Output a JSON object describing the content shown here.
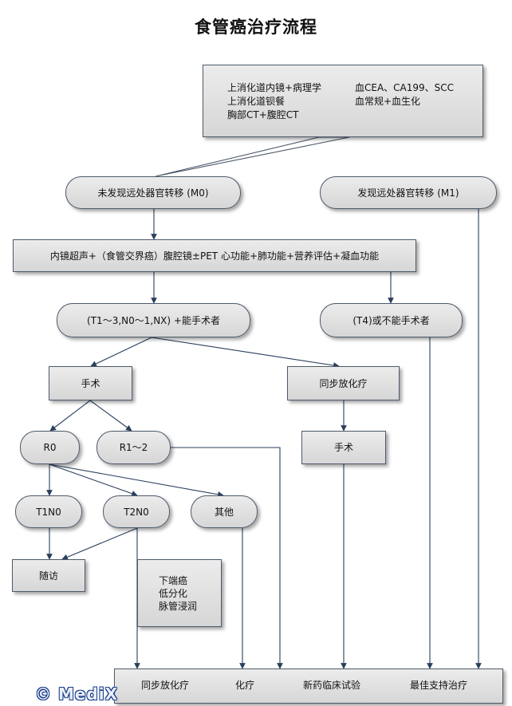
{
  "title": "食管癌治疗流程",
  "watermark": "© MediX",
  "exams": {
    "left": [
      "上消化道内镜+病理学",
      "上消化道钡餐",
      "胸部CT+腹腔CT"
    ],
    "right": [
      "血CEA、CA199、SCC",
      "血常规+血生化"
    ]
  },
  "nodes": {
    "m0": "未发现远处器官转移 (M0)",
    "m1": "发现远处器官转移 (M1)",
    "eval": "内镜超声+（食管交界癌）腹腔镜±PET 心功能+肺功能+营养评估+凝血功能",
    "operable": "(T1～3,N0～1,NX) +能手术者",
    "inoperable": "(T4)或不能手术者",
    "surgery": "手术",
    "crt": "同步放化疗",
    "r0": "R0",
    "r12": "R1～2",
    "surgery2": "手术",
    "t1n0": "T1N0",
    "t2n0": "T2N0",
    "other": "其他",
    "followup": "随访",
    "risk": [
      "下端癌",
      "低分化",
      "脉管浸润"
    ]
  },
  "final": [
    "同步放化疗",
    "化疗",
    "新药临床试验",
    "最佳支持治疗"
  ]
}
